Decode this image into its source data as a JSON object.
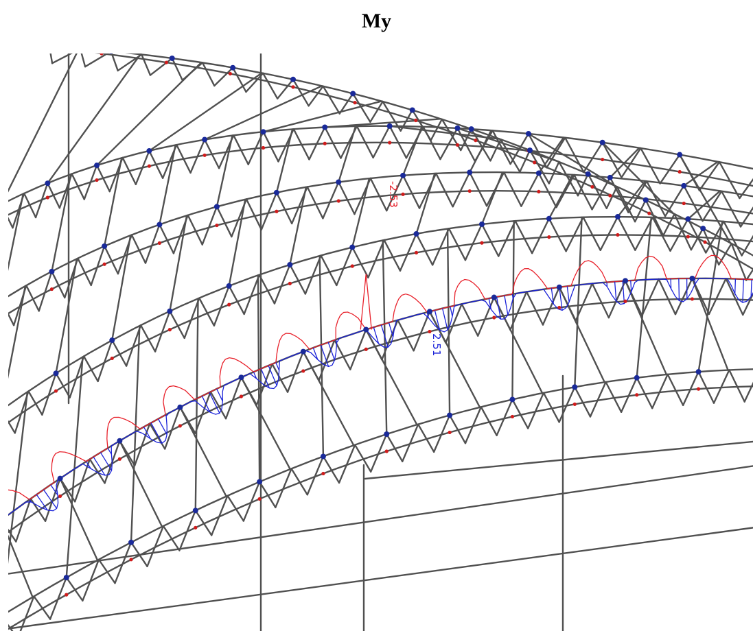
{
  "title": "My",
  "labels": {
    "neg_value": "-2.53",
    "pos_value": "2.51"
  },
  "colors": {
    "frame": "#505050",
    "negative_moment": "#e8202a",
    "positive_moment": "#1a22d8",
    "node_support": "#1a2a9a",
    "node_end": "#d01c1c"
  }
}
